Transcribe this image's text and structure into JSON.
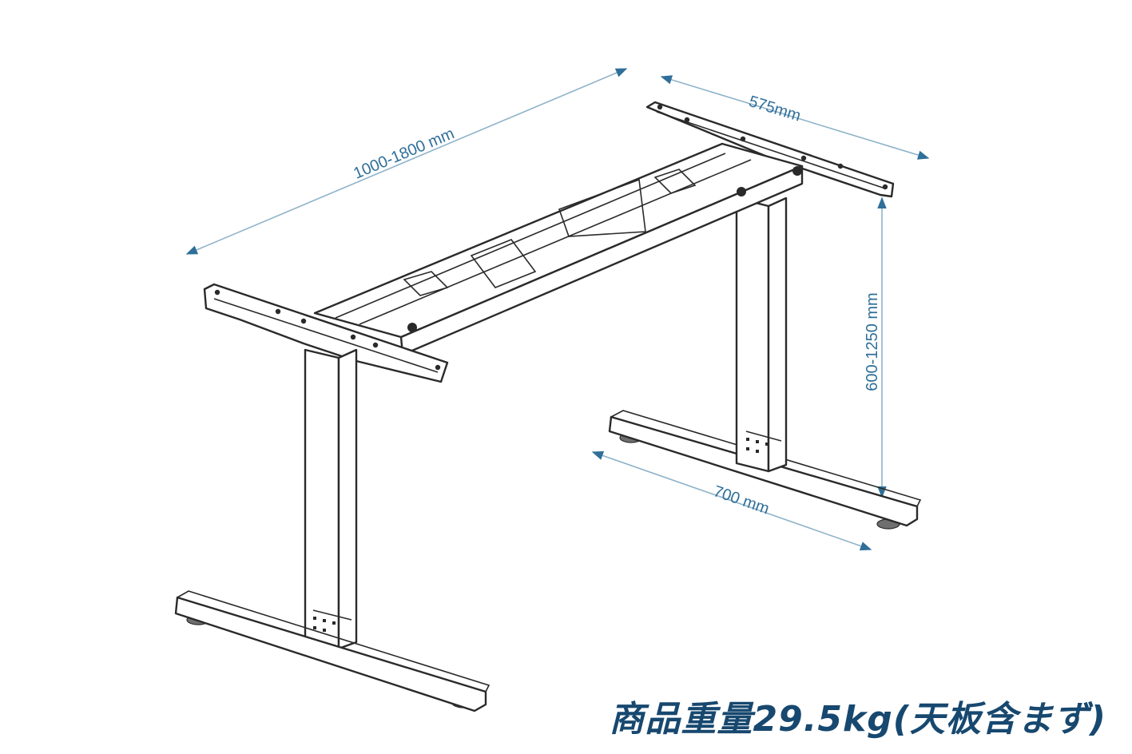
{
  "dimensions": {
    "frame_width": "1000-1800 mm",
    "frame_depth": "575mm",
    "height_range": "600-1250 mm",
    "foot_length": "700 mm"
  },
  "caption": "商品重量29.5kg(天板含まず)",
  "colors": {
    "dimension": "#2f6f99",
    "caption": "#17486f",
    "frame": "#2a2a2a"
  }
}
